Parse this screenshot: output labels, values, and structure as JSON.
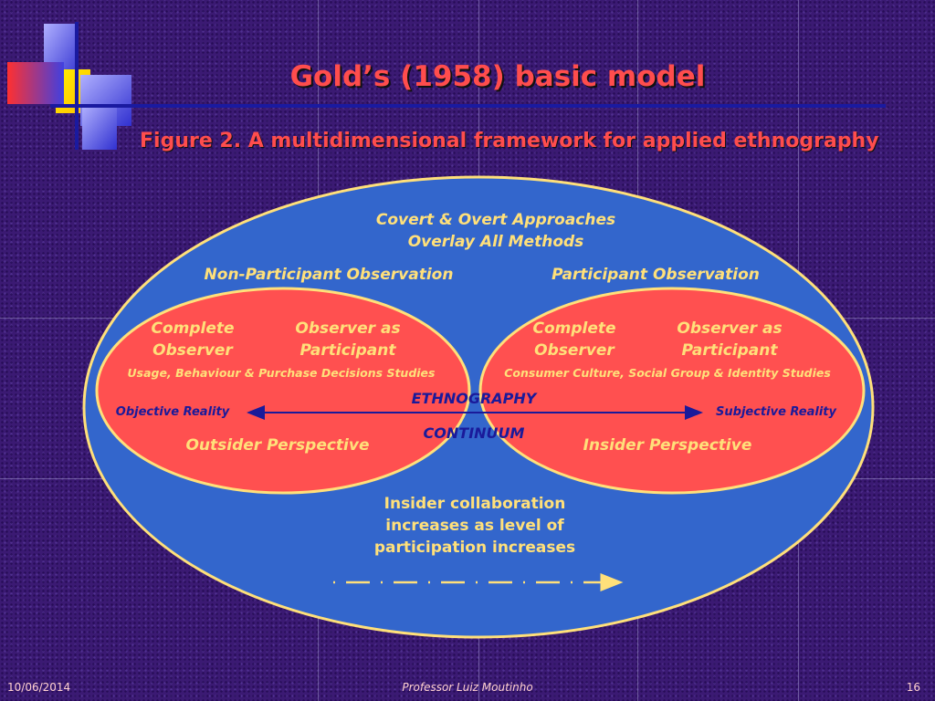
{
  "title": "Gold’s (1958) basic model",
  "subtitle": "Figure 2.  A multidimensional framework for applied ethnography",
  "diagram": {
    "overlay_line1": "Covert & Overt Approaches",
    "overlay_line2": "Overlay All Methods",
    "left_heading": "Non-Participant Observation",
    "right_heading": "Participant Observation",
    "left": {
      "role1_line1": "Complete",
      "role1_line2": "Observer",
      "role2_line1": "Observer as",
      "role2_line2": "Participant",
      "studies": "Usage, Behaviour & Purchase Decisions Studies",
      "reality": "Objective Reality",
      "perspective": "Outsider Perspective"
    },
    "right": {
      "role1_line1": "Complete",
      "role1_line2": "Observer",
      "role2_line1": "Observer as",
      "role2_line2": "Participant",
      "studies": "Consumer Culture, Social Group & Identity Studies",
      "reality": "Subjective Reality",
      "perspective": "Insider Perspective"
    },
    "center_top": "ETHNOGRAPHY",
    "center_bottom": "CONTINUUM",
    "collab_line1": "Insider collaboration",
    "collab_line2": "increases as level of",
    "collab_line3": "participation increases"
  },
  "footer": {
    "date": "10/06/2014",
    "author": "Professor Luiz Moutinho",
    "page": "16"
  },
  "colors": {
    "background": "#3b1a73",
    "title": "#ff4d4d",
    "outer_ellipse": "#3366cc",
    "inner_ellipse": "#ff5050",
    "ellipse_border": "#ffe07a",
    "light_text": "#ffe07a",
    "dark_text": "#1a1a9a"
  }
}
